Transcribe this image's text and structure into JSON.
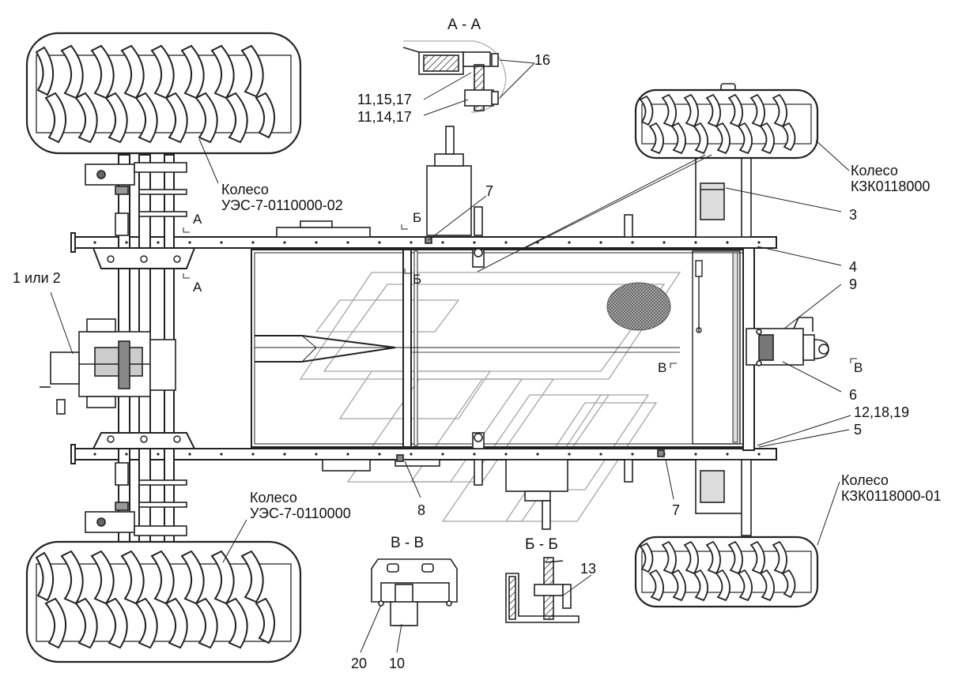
{
  "labels": {
    "section_aa": "А - А",
    "section_bb": "Б - Б",
    "section_vv": "В - В",
    "ref_16": "16",
    "ref_11_15_17": "11,15,17",
    "ref_11_14_17": "11,14,17",
    "ref_7_top": "7",
    "ref_7_bottom": "7",
    "ref_3": "3",
    "ref_4": "4",
    "ref_9": "9",
    "ref_6": "6",
    "ref_12_18_19": "12,18,19",
    "ref_5": "5",
    "ref_8": "8",
    "ref_13": "13",
    "ref_20": "20",
    "ref_10": "10",
    "ref_1or2": "1 или 2",
    "cut_a_top": "А",
    "cut_a_bottom": "А",
    "cut_b_top": "Б",
    "cut_b_bottom": "Б",
    "cut_v_left": "В",
    "cut_v_right": "В",
    "wheel_front_top_title": "Колесо",
    "wheel_front_top_code": "УЭС-7-0110000-02",
    "wheel_front_bottom_title": "Колесо",
    "wheel_front_bottom_code": "УЭС-7-0110000",
    "wheel_rear_top_title": "Колесо",
    "wheel_rear_top_code": "КЗК0118000",
    "wheel_rear_bottom_title": "Колесо",
    "wheel_rear_bottom_code": "КЗК0118000-01"
  }
}
